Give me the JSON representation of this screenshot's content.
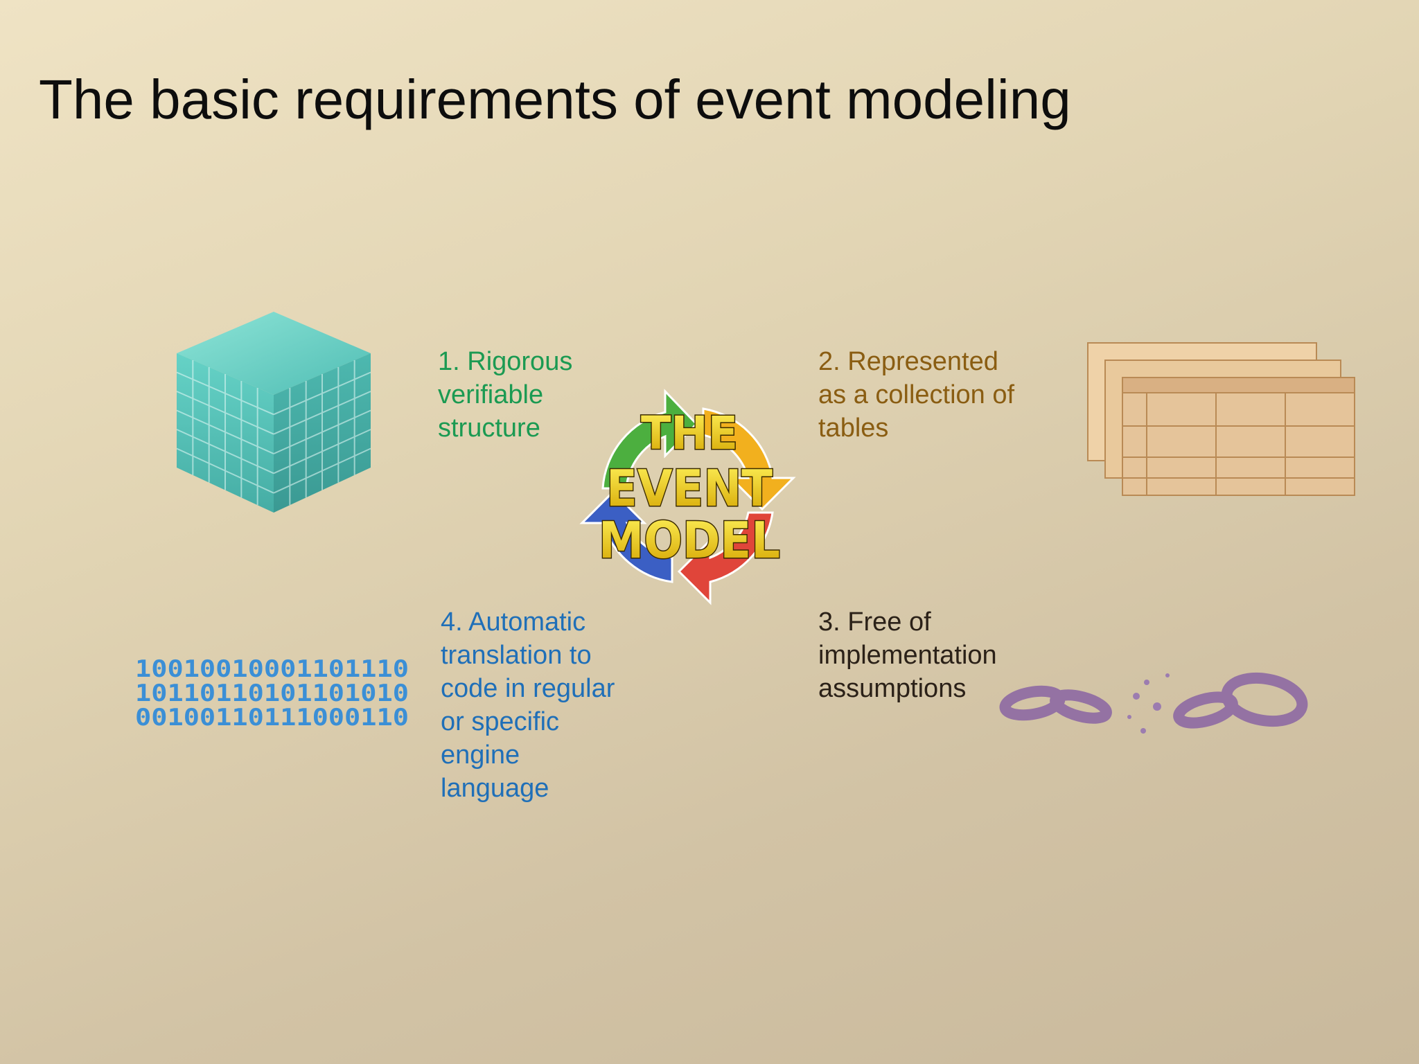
{
  "slide": {
    "title": "The basic requirements of event modeling"
  },
  "requirements": [
    {
      "lines": [
        "1. Rigorous",
        "verifiable",
        "structure"
      ],
      "color": "#1b9a52"
    },
    {
      "lines": [
        "2. Represented",
        "as a collection of",
        "tables"
      ],
      "color": "#8a5d12"
    },
    {
      "lines": [
        "3. Free of",
        "implementation",
        "assumptions"
      ],
      "color": "#2b2118"
    },
    {
      "lines": [
        "4. Automatic",
        "translation to",
        "code in regular",
        "or specific",
        "engine",
        "language"
      ],
      "color": "#1f6fb8"
    }
  ],
  "logo": {
    "lines": [
      "THE",
      "EVENT",
      "MODEL"
    ]
  },
  "binary_art": {
    "rows": [
      "10010010001101110",
      "10110110101101010",
      "00100110111000110"
    ]
  },
  "icons": {
    "cube": "cube-lattice-icon",
    "tables": "stacked-tables-icon",
    "binary": "binary-code-icon",
    "chain": "broken-chain-icon",
    "cycle": "cycle-arrows-logo"
  },
  "colors": {
    "cube": "#3fc7c0",
    "table_fill": "#e5c49a",
    "chain": "#8e6aa3",
    "binary": "#3b8fd6"
  }
}
